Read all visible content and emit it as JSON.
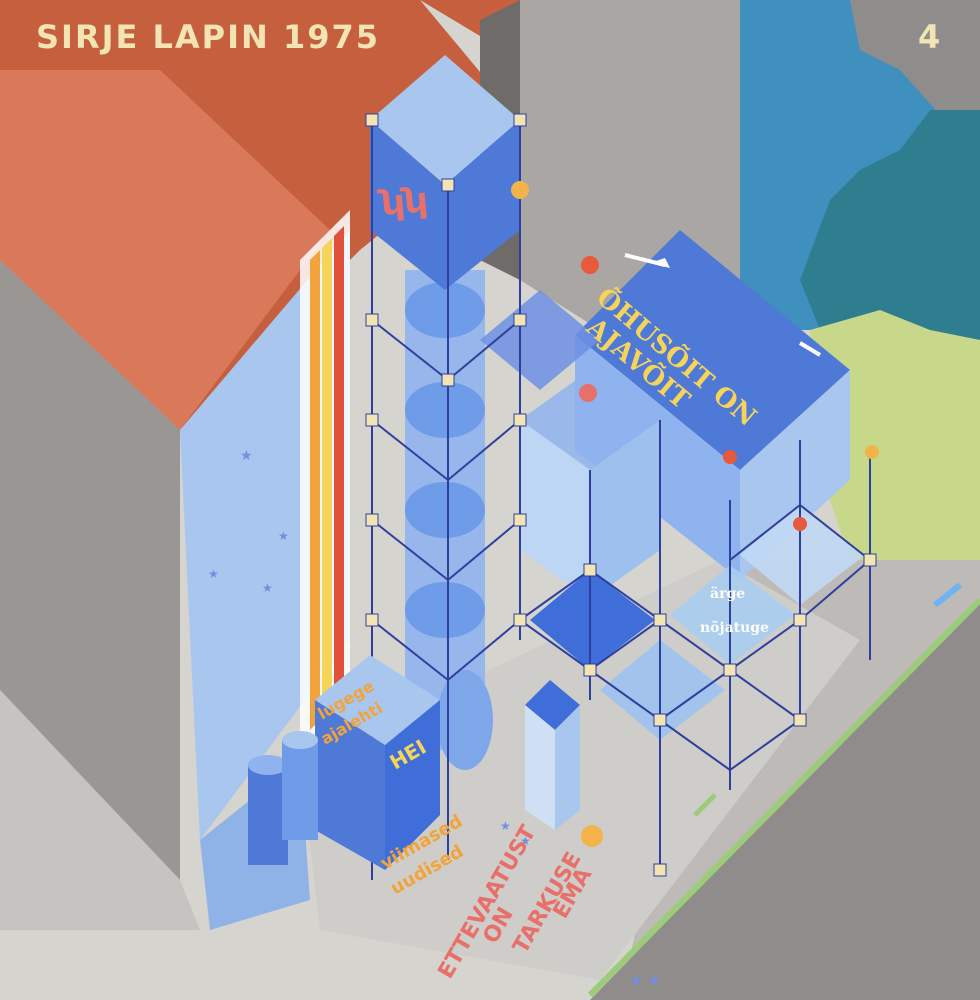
{
  "signature": "SIRJE LAPIN 1975",
  "plate_number": "4",
  "tower_sign": "ʮʮ",
  "house_text_line1": "ÕHUSÕIT ON",
  "house_text_line2": "AJAVÕIT",
  "kiosk_text_line1": "lugege",
  "kiosk_text_line2": "ajalehti",
  "kiosk_sign": "HEI",
  "ground_text_line1": "viimased",
  "ground_text_line2": "uudised",
  "ground_text_line3": "ETTEVAATUST",
  "ground_text_line4": "ON",
  "ground_text_line5": "TARKUSE",
  "ground_text_line6": "EMA",
  "platform_text_line1": "ärge",
  "platform_text_line2": "nõjatuge",
  "colors": {
    "rust": "#c65f3d",
    "terracotta": "#d9795a",
    "blue": "#4f79d6",
    "light_blue": "#a9c6ee",
    "sky_blue": "#3f8fbf",
    "teal": "#2f7e90",
    "pale_green": "#c7d88a",
    "grey": "#9a9694",
    "pink_text": "#e8706a",
    "cream": "#f3e4b4"
  }
}
